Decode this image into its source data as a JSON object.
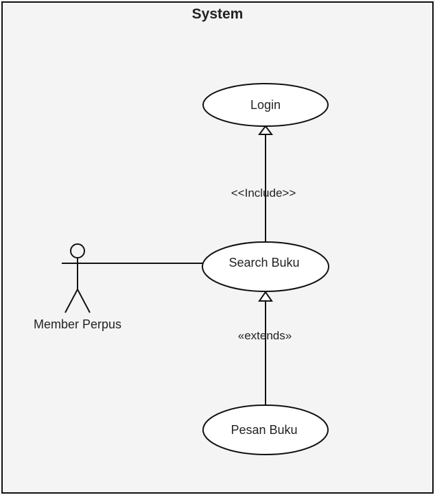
{
  "system": {
    "title": "System"
  },
  "actors": [
    {
      "label": "Member Perpus"
    }
  ],
  "use_cases": [
    {
      "label": "Login"
    },
    {
      "label": "Search Buku"
    },
    {
      "label": "Pesan Buku"
    }
  ],
  "relationships": [
    {
      "label": "<<Include>>"
    },
    {
      "label": "«extends»"
    }
  ]
}
